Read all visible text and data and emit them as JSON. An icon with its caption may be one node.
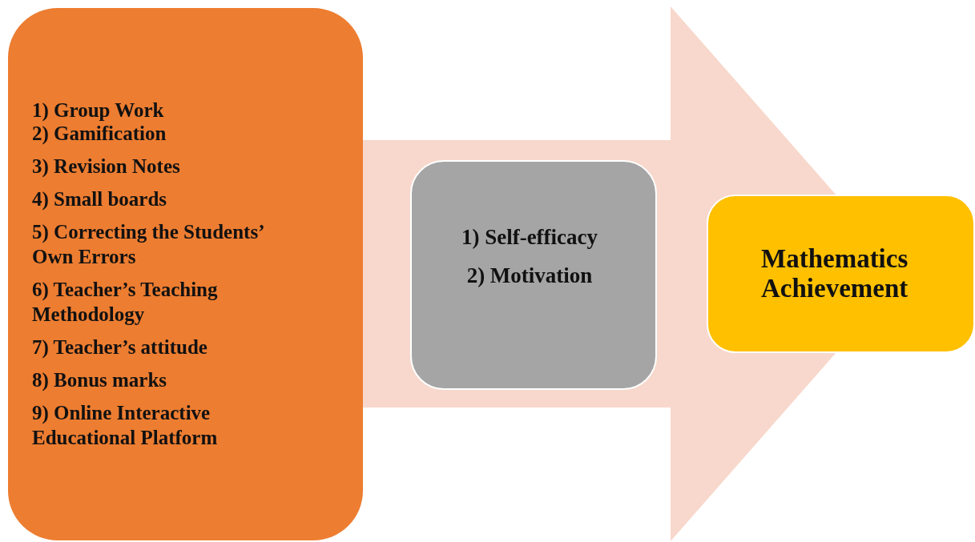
{
  "diagram": {
    "nodes": [
      {
        "text": [
          "1) Group Work",
          "2) Gamification",
          "3) Revision Notes",
          "4) Small boards",
          "5) Correcting the Students’ Own Errors",
          "6) Teacher’s Teaching Methodology",
          "7) Teacher’s attitude",
          "8) Bonus marks",
          "9) Online Interactive Educational Platform"
        ]
      },
      {
        "text": [
          "1) Self-efficacy",
          "2) Motivation"
        ]
      },
      {
        "text": [
          "Mathematics Achievement"
        ]
      }
    ],
    "edges": [
      {
        "from": 0,
        "to": 2,
        "arrow": "to",
        "style": "thick",
        "color": "#f8d8cc"
      }
    ]
  }
}
